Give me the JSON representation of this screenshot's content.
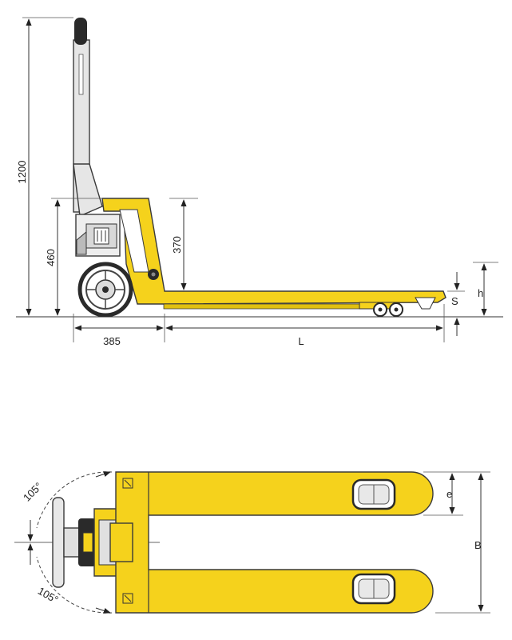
{
  "colors": {
    "body": "#f5d21c",
    "line": "#333333",
    "metal": "#e6e6e6",
    "dark": "#2a2a2a"
  },
  "side_view": {
    "dim_total_height": "1200",
    "dim_handle_pivot_height": "460",
    "dim_fork_frame_height": "370",
    "dim_front_length": "385",
    "dim_fork_length": "L",
    "dim_fork_thickness": "S",
    "dim_lift_height": "h"
  },
  "top_view": {
    "angle_upper": "105°",
    "angle_lower": "105°",
    "dim_fork_width": "e",
    "dim_overall_width": "B"
  }
}
